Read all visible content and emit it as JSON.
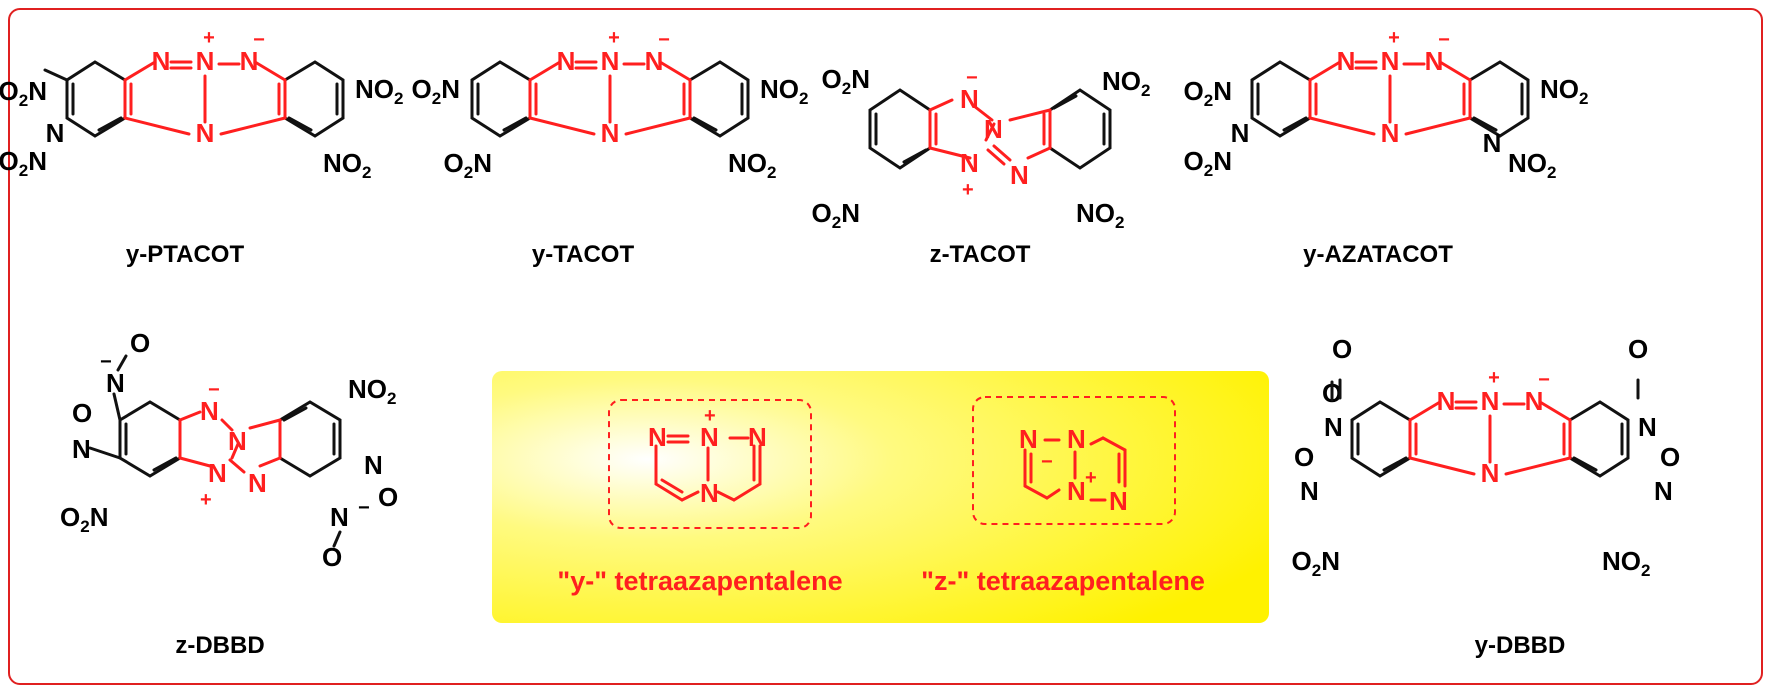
{
  "colors": {
    "frame": "#e02020",
    "highlight": "#ff1f1f",
    "panel": "#fff200"
  },
  "compounds": {
    "y_ptacot": "y-PTACOT",
    "y_tacot": "y-TACOT",
    "z_tacot": "z-TACOT",
    "y_azatacot": "y-AZATACOT",
    "z_dbbd": "z-DBBD",
    "y_dbbd": "y-DBBD"
  },
  "panel": {
    "y_label": "\"y-\" tetraazapentalene",
    "z_label": "\"z-\" tetraazapentalene"
  },
  "atoms": {
    "N": "N",
    "O": "O",
    "plus": "+",
    "minus": "−"
  }
}
